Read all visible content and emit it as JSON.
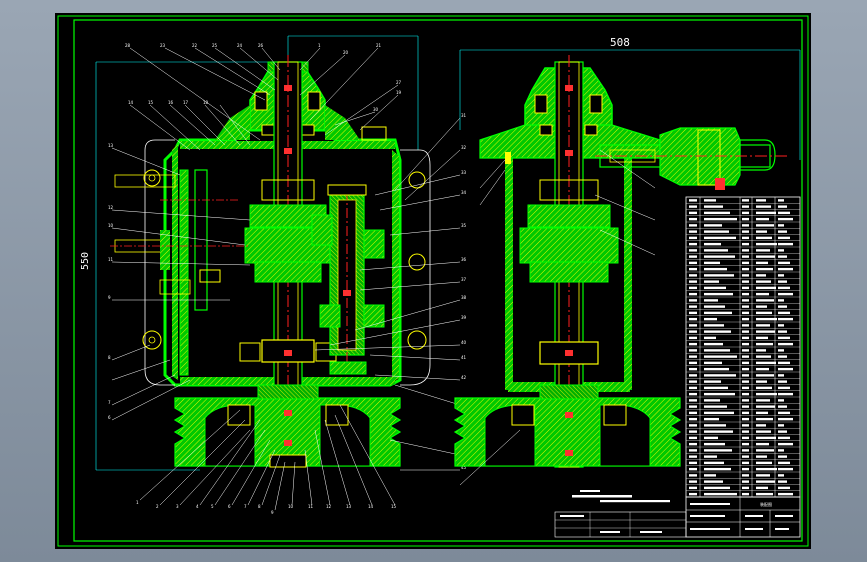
{
  "drawing": {
    "dim_width": "508",
    "dim_height": "550",
    "balloons_top": [
      "28",
      "23",
      "22",
      "25",
      "24",
      "26",
      "1",
      "20",
      "21",
      "27",
      "19",
      "30"
    ],
    "balloons_left": [
      "14",
      "15",
      "16",
      "17",
      "18",
      "13",
      "12",
      "10",
      "11",
      "9",
      "8",
      "7",
      "6"
    ],
    "balloons_bottom": [
      "1",
      "2",
      "3",
      "4",
      "5",
      "6",
      "7",
      "8",
      "9",
      "10",
      "11",
      "12",
      "13",
      "14",
      "15"
    ],
    "balloons_right": [
      "31",
      "32",
      "33",
      "34",
      "35",
      "36",
      "37",
      "38",
      "39",
      "40",
      "41",
      "42",
      "43",
      "44",
      "45"
    ]
  },
  "title_block": {
    "label": "装配图"
  },
  "colors": {
    "outline": "#00ff00",
    "section_fill": "#00e000",
    "hatch": "#ffff00",
    "centerline": "#ff2020",
    "dimension": "#00ffff",
    "leader": "#ffffff",
    "part_red": "#ff3030"
  }
}
